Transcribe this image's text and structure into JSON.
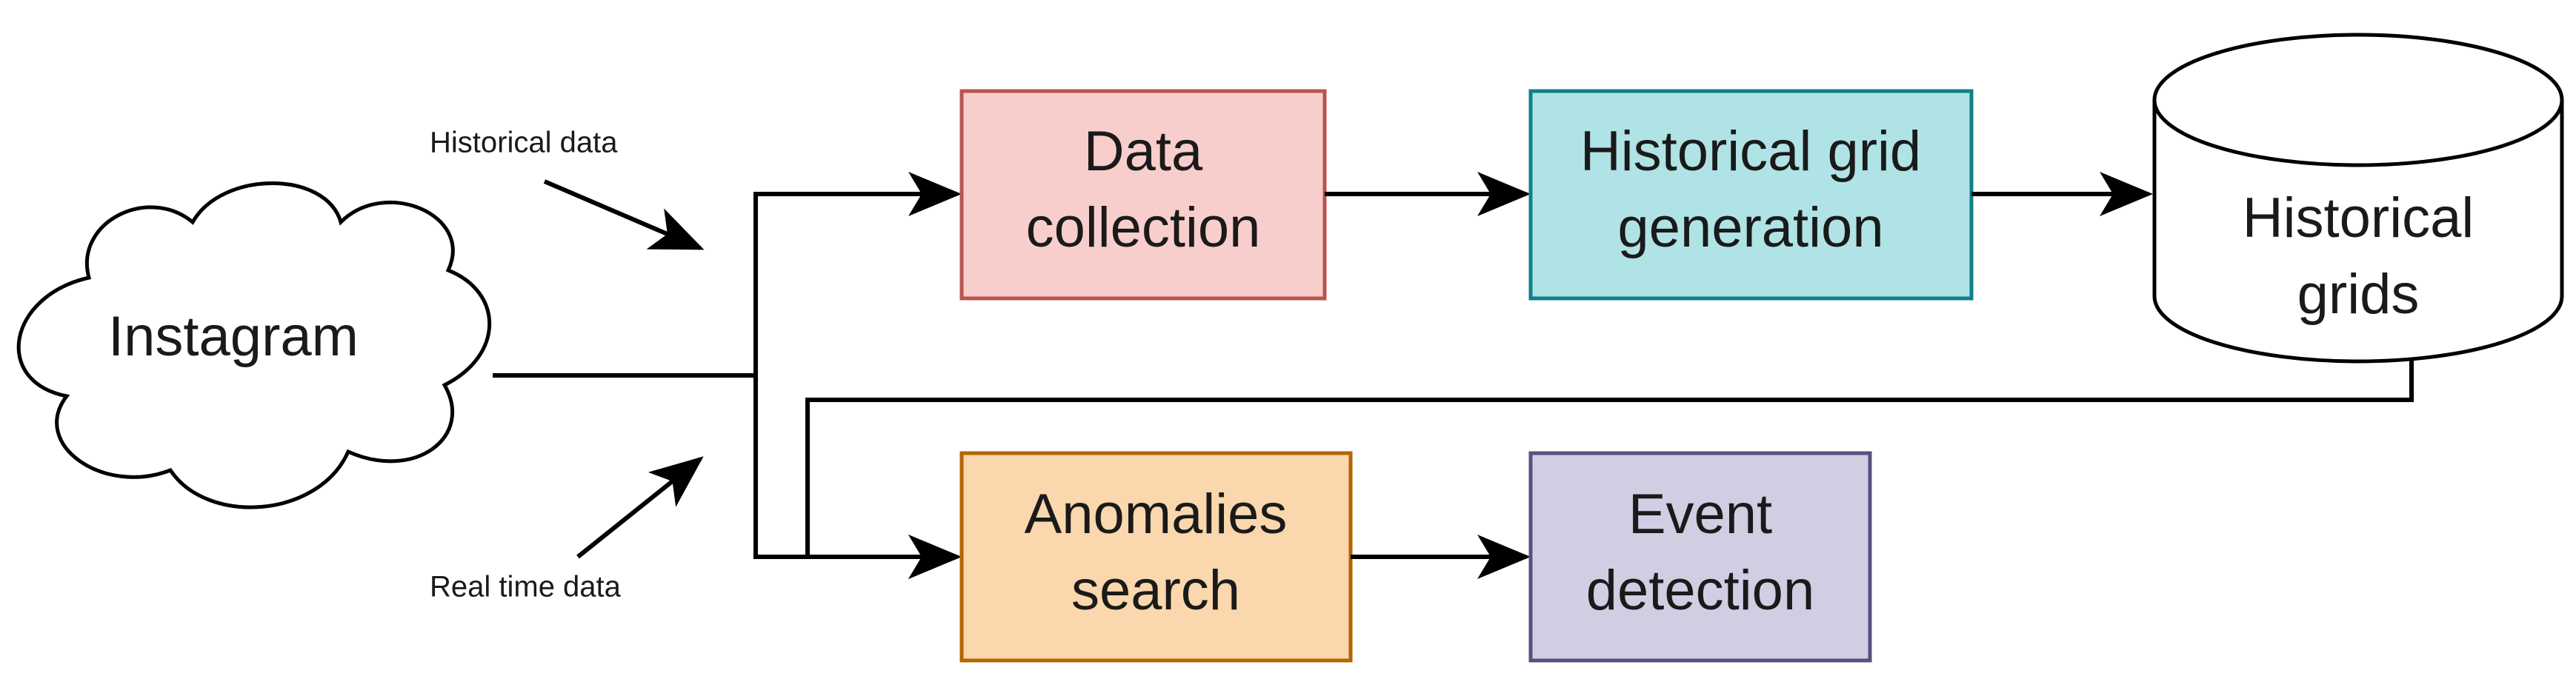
{
  "diagram": {
    "source_node": {
      "label": "Instagram",
      "shape": "cloud",
      "fill": "#ffffff",
      "stroke": "#000000"
    },
    "edge_labels": {
      "historical": "Historical data",
      "realtime": "Real time data"
    },
    "nodes": {
      "data_collection": {
        "line1": "Data",
        "line2": "collection",
        "fill": "#f8cecc",
        "stroke": "#b85450"
      },
      "historical_grid_generation": {
        "line1": "Historical grid",
        "line2": "generation",
        "fill": "#b0e3e6",
        "stroke": "#0e8088"
      },
      "historical_grids": {
        "line1": "Historical",
        "line2": "grids",
        "shape": "cylinder",
        "fill": "#ffffff",
        "stroke": "#000000"
      },
      "anomalies_search": {
        "line1": "Anomalies",
        "line2": "search",
        "fill": "#fad7ac",
        "stroke": "#b46504"
      },
      "event_detection": {
        "line1": "Event",
        "line2": "detection",
        "fill": "#d0cee2",
        "stroke": "#56517e"
      }
    },
    "edges": [
      {
        "from": "Instagram",
        "to": "Data collection"
      },
      {
        "from": "Instagram",
        "to": "Anomalies search"
      },
      {
        "from": "Data collection",
        "to": "Historical grid generation"
      },
      {
        "from": "Historical grid generation",
        "to": "Historical grids"
      },
      {
        "from": "Historical grids",
        "to": "Anomalies search"
      },
      {
        "from": "Anomalies search",
        "to": "Event detection"
      }
    ]
  }
}
